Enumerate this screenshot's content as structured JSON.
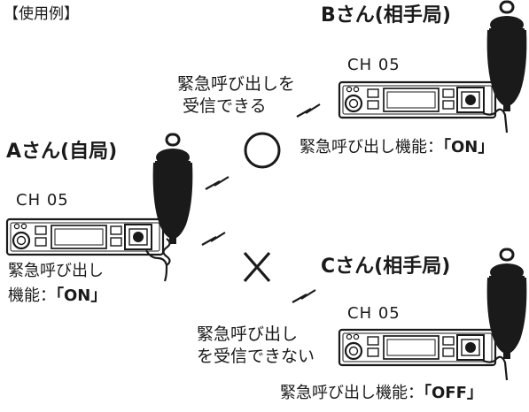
{
  "example_title": "【使用例】",
  "party_a": {
    "label": "Aさん(自局)",
    "channel": "CH 05",
    "status_line1": "緊急呼び出し",
    "status_line2_prefix": "機能：",
    "status_value": "「ON」"
  },
  "party_b": {
    "label": "Bさん(相手局)",
    "channel": "CH 05",
    "status_prefix": "緊急呼び出し機能：",
    "status_value": "「ON」"
  },
  "party_c": {
    "label": "Cさん(相手局)",
    "channel": "CH 05",
    "status_prefix": "緊急呼び出し機能：",
    "status_value": "「OFF」"
  },
  "result_ok": {
    "line1": "緊急呼び出しを",
    "line2": "受信できる",
    "symbol": "circle"
  },
  "result_ng": {
    "line1": "緊急呼び出し",
    "line2": "を受信できない",
    "symbol": "cross"
  },
  "icons": [
    "radio-unit-icon",
    "hand-microphone-icon",
    "signal-bolt-icon",
    "circle-ok-icon",
    "cross-ng-icon"
  ]
}
